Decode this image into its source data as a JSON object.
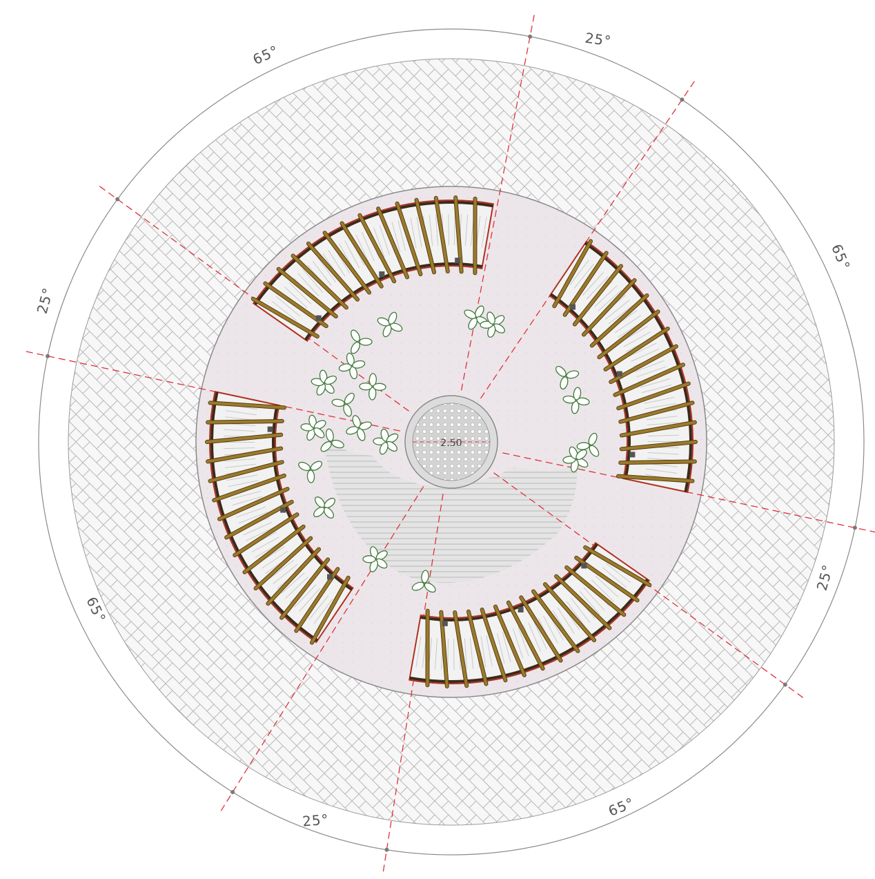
{
  "diagram": {
    "angle_labels": [
      "25°",
      "65°",
      "65°",
      "25°",
      "65°",
      "25°",
      "65°",
      "25°"
    ],
    "center_label": "2.50",
    "colors": {
      "paving_fill": "#f7f7f8",
      "paving_line": "#b9b9b9",
      "plaza_fill": "#ece6ea",
      "plaza_edge": "#8a8a8a",
      "axis_line": "#e0303a",
      "timber": "#9a7b2d",
      "timber_dark": "#5a3d10",
      "bench_frame": "#3a2a1a",
      "bench_edge": "#b03020",
      "leaf_stroke": "#3f7a3a",
      "leaf_fill": "#ffffff",
      "shadow": "#c4c4c4"
    },
    "elements": {
      "pergola_bench_count": 4,
      "central_feature": "round planter with grate",
      "paving_pattern": "herringbone"
    }
  }
}
